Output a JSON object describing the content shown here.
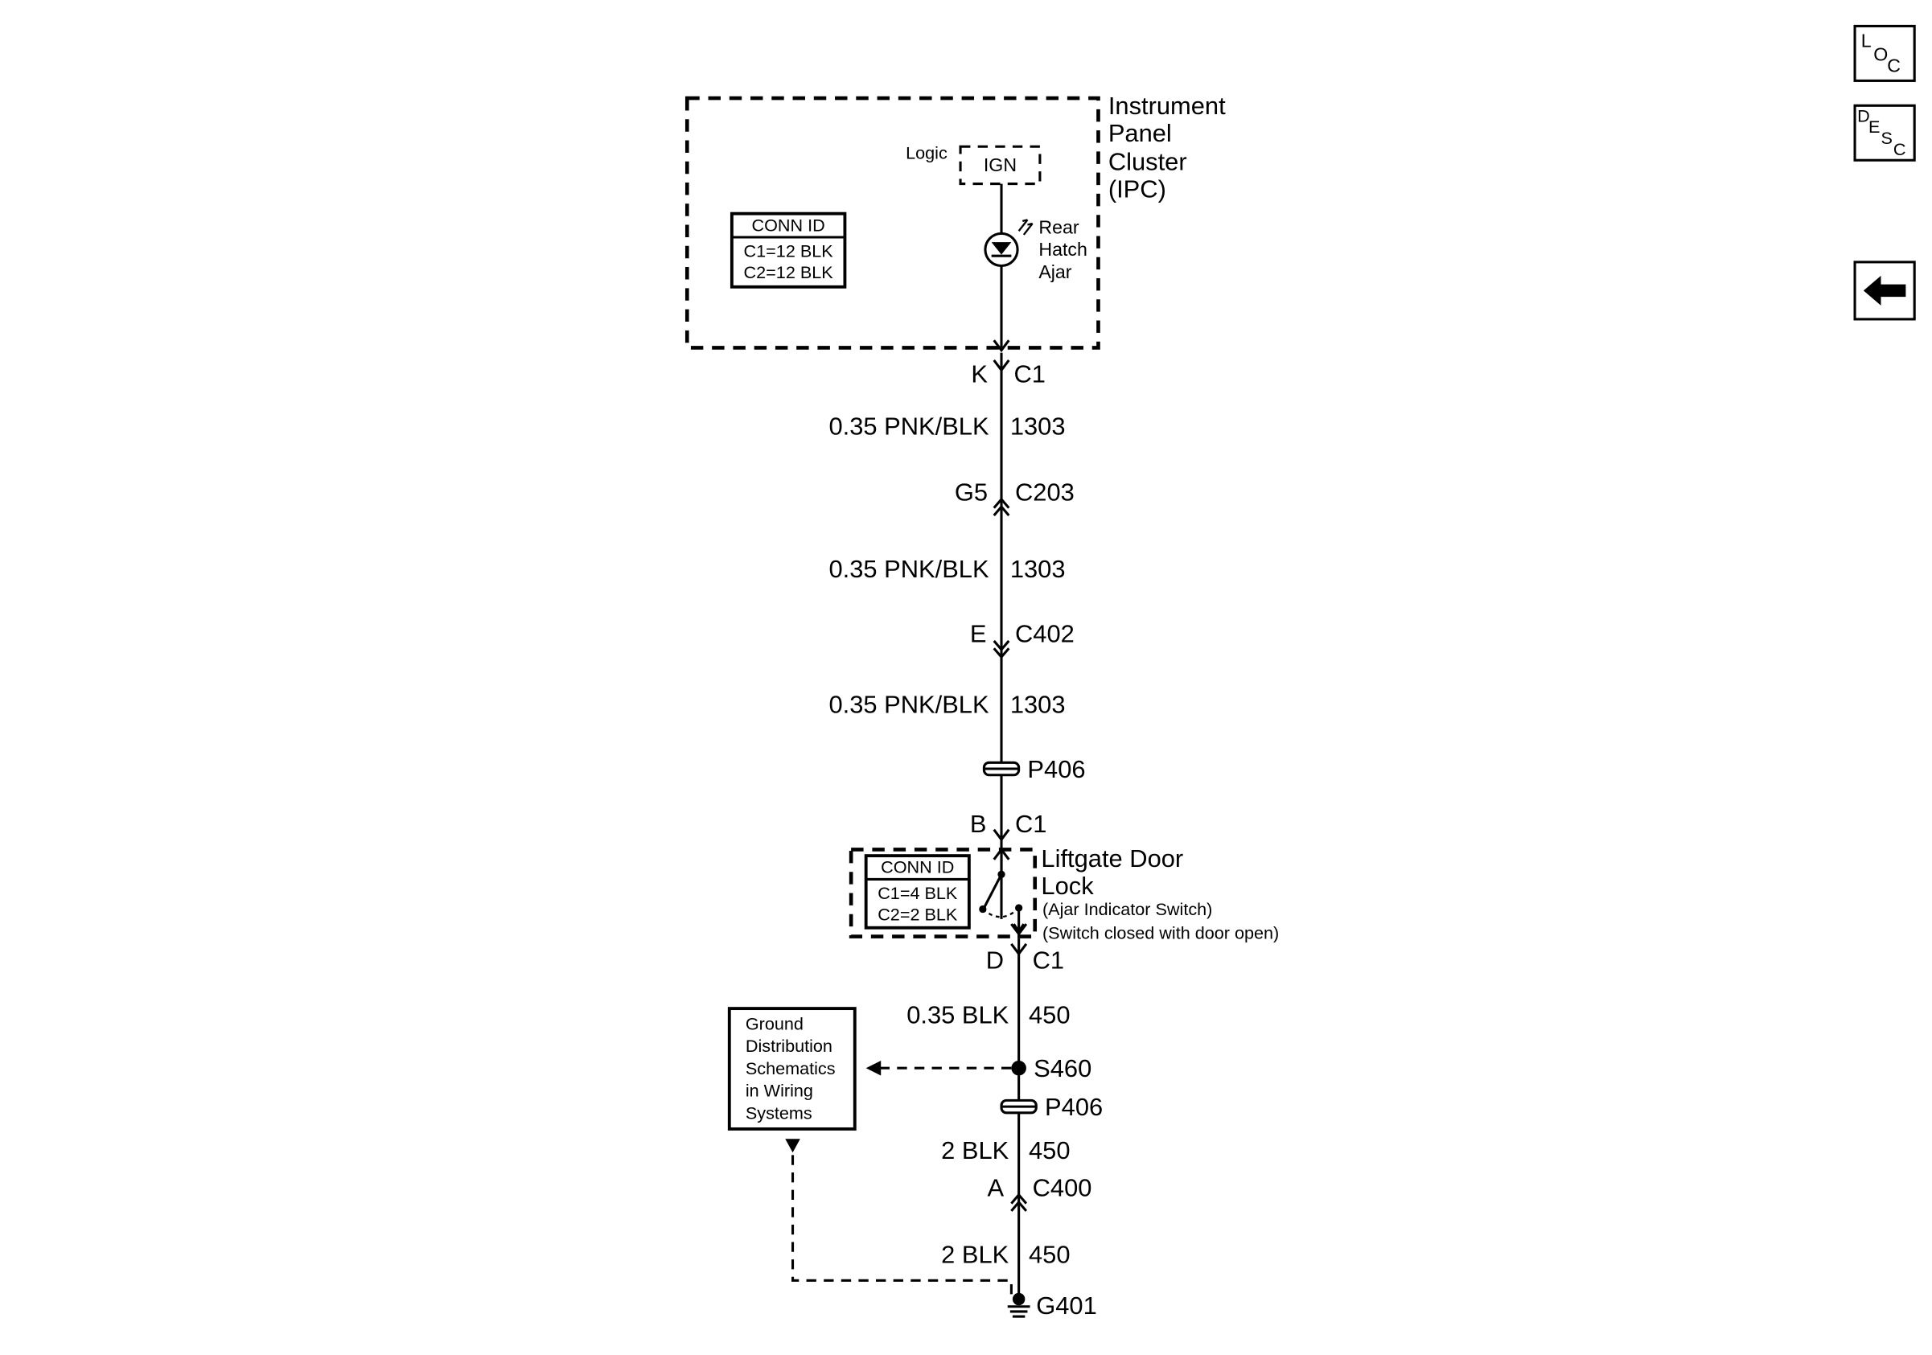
{
  "nav": {
    "loc": {
      "l1": "L",
      "l2": "O",
      "l3": "C"
    },
    "desc": {
      "l1": "D",
      "l2": "E",
      "l3": "S",
      "l4": "C"
    }
  },
  "ipc": {
    "name": [
      "Instrument",
      "Panel",
      "Cluster",
      "(IPC)"
    ],
    "logic": "Logic",
    "ign": "IGN",
    "lamp": [
      "Rear",
      "Hatch",
      "Ajar"
    ],
    "conn_id": {
      "title": "CONN ID",
      "rows": [
        "C1=12 BLK",
        "C2=12 BLK"
      ]
    }
  },
  "circuit": {
    "conn_ipc": {
      "pin": "K",
      "conn": "C1"
    },
    "wire1": {
      "gauge_color": "0.35 PNK/BLK",
      "circuit": "1303"
    },
    "conn_c203": {
      "pin": "G5",
      "conn": "C203"
    },
    "wire2": {
      "gauge_color": "0.35 PNK/BLK",
      "circuit": "1303"
    },
    "conn_c402": {
      "pin": "E",
      "conn": "C402"
    },
    "wire3": {
      "gauge_color": "0.35 PNK/BLK",
      "circuit": "1303"
    },
    "p406_upper": "P406",
    "conn_sw_in": {
      "pin": "B",
      "conn": "C1"
    },
    "switch": {
      "name": [
        "Liftgate Door",
        "Lock"
      ],
      "desc": [
        "(Ajar Indicator Switch)",
        "(Switch closed with door open)"
      ],
      "conn_id": {
        "title": "CONN ID",
        "rows": [
          "C1=4 BLK",
          "C2=2 BLK"
        ]
      }
    },
    "conn_sw_out": {
      "pin": "D",
      "conn": "C1"
    },
    "wire4": {
      "gauge_color": "0.35 BLK",
      "circuit": "450"
    },
    "splice": "S460",
    "p406_lower": "P406",
    "wire5": {
      "gauge_color": "2 BLK",
      "circuit": "450"
    },
    "conn_c400": {
      "pin": "A",
      "conn": "C400"
    },
    "wire6": {
      "gauge_color": "2 BLK",
      "circuit": "450"
    },
    "ground": "G401"
  },
  "ground_ref": [
    "Ground",
    "Distribution",
    "Schematics",
    "in Wiring",
    "Systems"
  ]
}
